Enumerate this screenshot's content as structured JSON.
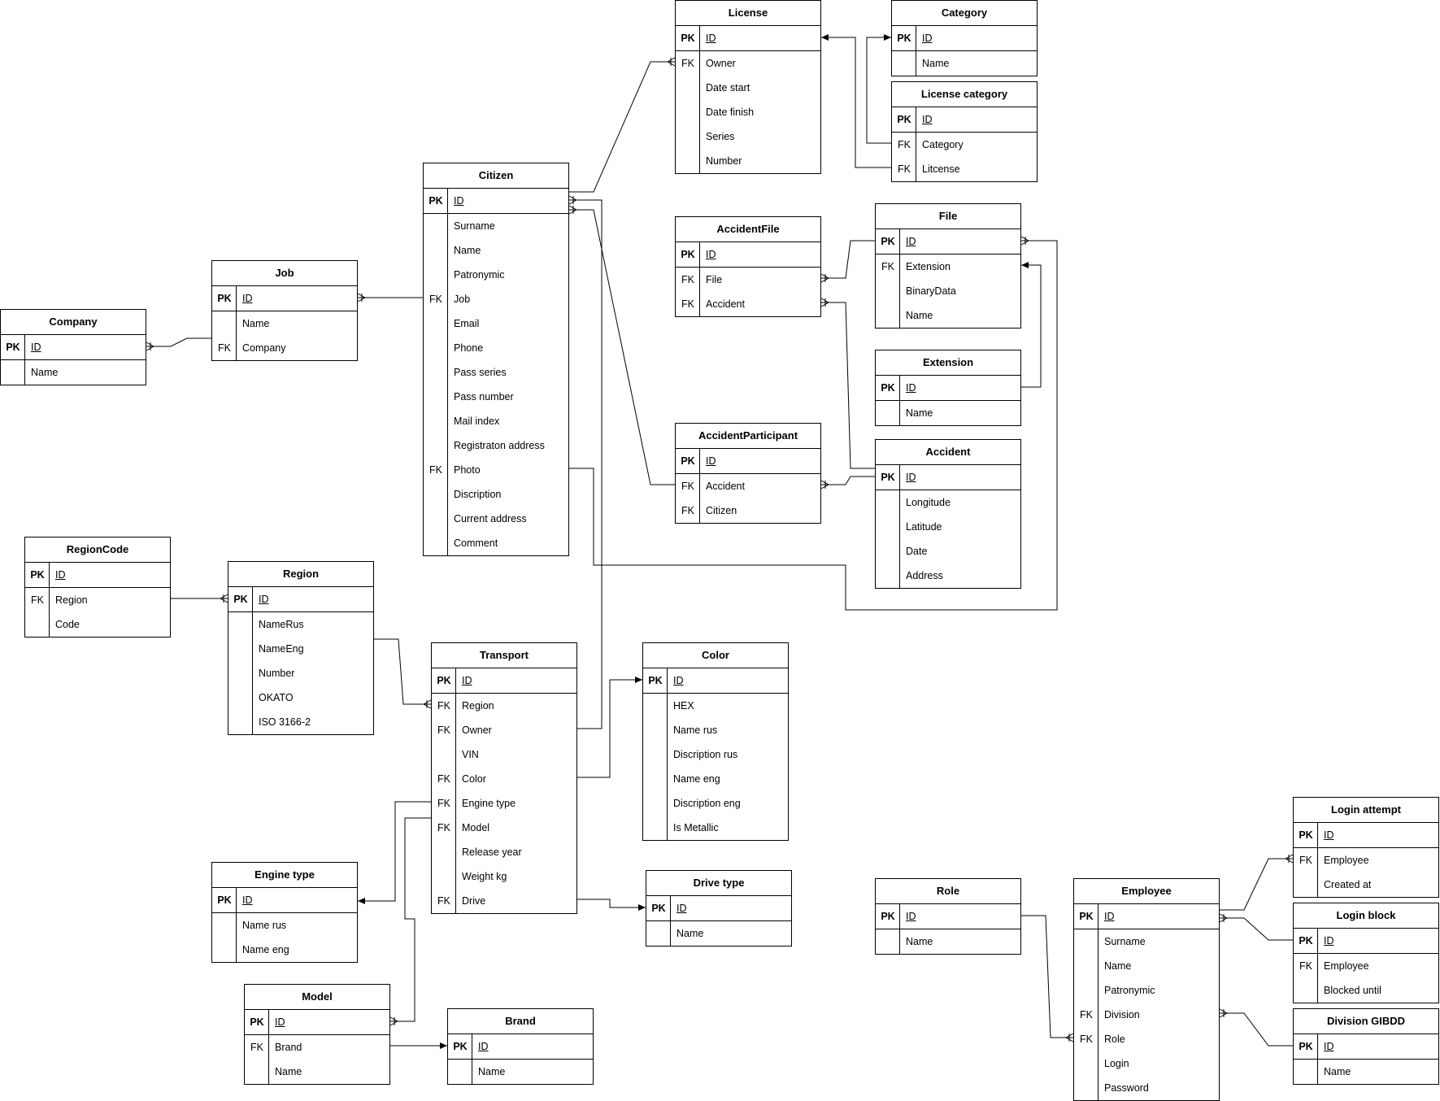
{
  "diagram": {
    "line_color": "#000000",
    "background": "#ffffff",
    "tables": [
      {
        "id": "license",
        "title": "License",
        "rows": [
          {
            "key": "PK",
            "name": "ID"
          },
          {
            "key": "FK",
            "name": "Owner"
          },
          {
            "key": "",
            "name": "Date start"
          },
          {
            "key": "",
            "name": "Date finish"
          },
          {
            "key": "",
            "name": "Series"
          },
          {
            "key": "",
            "name": "Number"
          }
        ]
      },
      {
        "id": "category",
        "title": "Category",
        "rows": [
          {
            "key": "PK",
            "name": "ID"
          },
          {
            "key": "",
            "name": "Name"
          }
        ]
      },
      {
        "id": "license-category",
        "title": "License category",
        "rows": [
          {
            "key": "PK",
            "name": "ID"
          },
          {
            "key": "FK",
            "name": "Category"
          },
          {
            "key": "FK",
            "name": "Litcense"
          }
        ]
      },
      {
        "id": "citizen",
        "title": "Citizen",
        "rows": [
          {
            "key": "PK",
            "name": "ID"
          },
          {
            "key": "",
            "name": "Surname"
          },
          {
            "key": "",
            "name": "Name"
          },
          {
            "key": "",
            "name": "Patronymic"
          },
          {
            "key": "FK",
            "name": "Job"
          },
          {
            "key": "",
            "name": "Email"
          },
          {
            "key": "",
            "name": "Phone"
          },
          {
            "key": "",
            "name": "Pass series"
          },
          {
            "key": "",
            "name": "Pass number"
          },
          {
            "key": "",
            "name": "Mail index"
          },
          {
            "key": "",
            "name": "Registraton address"
          },
          {
            "key": "FK",
            "name": "Photo"
          },
          {
            "key": "",
            "name": "Discription"
          },
          {
            "key": "",
            "name": "Current address"
          },
          {
            "key": "",
            "name": "Comment"
          }
        ]
      },
      {
        "id": "job",
        "title": "Job",
        "rows": [
          {
            "key": "PK",
            "name": "ID"
          },
          {
            "key": "",
            "name": "Name"
          },
          {
            "key": "FK",
            "name": "Company"
          }
        ]
      },
      {
        "id": "company",
        "title": "Company",
        "rows": [
          {
            "key": "PK",
            "name": "ID"
          },
          {
            "key": "",
            "name": "Name"
          }
        ]
      },
      {
        "id": "accident-file",
        "title": "AccidentFile",
        "rows": [
          {
            "key": "PK",
            "name": "ID"
          },
          {
            "key": "FK",
            "name": "File"
          },
          {
            "key": "FK",
            "name": "Accident"
          }
        ]
      },
      {
        "id": "file",
        "title": "File",
        "rows": [
          {
            "key": "PK",
            "name": "ID"
          },
          {
            "key": "FK",
            "name": "Extension"
          },
          {
            "key": "",
            "name": "BinaryData"
          },
          {
            "key": "",
            "name": "Name"
          }
        ]
      },
      {
        "id": "extension",
        "title": "Extension",
        "rows": [
          {
            "key": "PK",
            "name": "ID"
          },
          {
            "key": "",
            "name": "Name"
          }
        ]
      },
      {
        "id": "accident-participant",
        "title": "AccidentParticipant",
        "rows": [
          {
            "key": "PK",
            "name": "ID"
          },
          {
            "key": "FK",
            "name": "Accident"
          },
          {
            "key": "FK",
            "name": "Citizen"
          }
        ]
      },
      {
        "id": "accident",
        "title": "Accident",
        "rows": [
          {
            "key": "PK",
            "name": "ID"
          },
          {
            "key": "",
            "name": "Longitude"
          },
          {
            "key": "",
            "name": "Latitude"
          },
          {
            "key": "",
            "name": "Date"
          },
          {
            "key": "",
            "name": "Address"
          }
        ]
      },
      {
        "id": "region-code",
        "title": "RegionCode",
        "rows": [
          {
            "key": "PK",
            "name": "ID"
          },
          {
            "key": "FK",
            "name": "Region"
          },
          {
            "key": "",
            "name": "Code"
          }
        ]
      },
      {
        "id": "region",
        "title": "Region",
        "rows": [
          {
            "key": "PK",
            "name": "ID"
          },
          {
            "key": "",
            "name": "NameRus"
          },
          {
            "key": "",
            "name": "NameEng"
          },
          {
            "key": "",
            "name": "Number"
          },
          {
            "key": "",
            "name": "OKATO"
          },
          {
            "key": "",
            "name": "ISO 3166-2"
          }
        ]
      },
      {
        "id": "transport",
        "title": "Transport",
        "rows": [
          {
            "key": "PK",
            "name": "ID"
          },
          {
            "key": "FK",
            "name": "Region"
          },
          {
            "key": "FK",
            "name": "Owner"
          },
          {
            "key": "",
            "name": "VIN"
          },
          {
            "key": "FK",
            "name": "Color"
          },
          {
            "key": "FK",
            "name": "Engine type"
          },
          {
            "key": "FK",
            "name": "Model"
          },
          {
            "key": "",
            "name": "Release year"
          },
          {
            "key": "",
            "name": "Weight kg"
          },
          {
            "key": "FK",
            "name": "Drive"
          }
        ]
      },
      {
        "id": "color",
        "title": "Color",
        "rows": [
          {
            "key": "PK",
            "name": "ID"
          },
          {
            "key": "",
            "name": "HEX"
          },
          {
            "key": "",
            "name": "Name rus"
          },
          {
            "key": "",
            "name": "Discription rus"
          },
          {
            "key": "",
            "name": "Name eng"
          },
          {
            "key": "",
            "name": "Discription eng"
          },
          {
            "key": "",
            "name": "Is Metallic"
          }
        ]
      },
      {
        "id": "drive-type",
        "title": "Drive type",
        "rows": [
          {
            "key": "PK",
            "name": "ID"
          },
          {
            "key": "",
            "name": "Name"
          }
        ]
      },
      {
        "id": "engine-type",
        "title": "Engine type",
        "rows": [
          {
            "key": "PK",
            "name": "ID"
          },
          {
            "key": "",
            "name": "Name rus"
          },
          {
            "key": "",
            "name": "Name eng"
          }
        ]
      },
      {
        "id": "model",
        "title": "Model",
        "rows": [
          {
            "key": "PK",
            "name": "ID"
          },
          {
            "key": "FK",
            "name": "Brand"
          },
          {
            "key": "",
            "name": "Name"
          }
        ]
      },
      {
        "id": "brand",
        "title": "Brand",
        "rows": [
          {
            "key": "PK",
            "name": "ID"
          },
          {
            "key": "",
            "name": "Name"
          }
        ]
      },
      {
        "id": "role",
        "title": "Role",
        "rows": [
          {
            "key": "PK",
            "name": "ID"
          },
          {
            "key": "",
            "name": "Name"
          }
        ]
      },
      {
        "id": "employee",
        "title": "Employee",
        "rows": [
          {
            "key": "PK",
            "name": "ID"
          },
          {
            "key": "",
            "name": "Surname"
          },
          {
            "key": "",
            "name": "Name"
          },
          {
            "key": "",
            "name": "Patronymic"
          },
          {
            "key": "FK",
            "name": "Division"
          },
          {
            "key": "FK",
            "name": "Role"
          },
          {
            "key": "",
            "name": "Login"
          },
          {
            "key": "",
            "name": "Password"
          }
        ]
      },
      {
        "id": "login-attempt",
        "title": "Login attempt",
        "rows": [
          {
            "key": "PK",
            "name": "ID"
          },
          {
            "key": "FK",
            "name": "Employee"
          },
          {
            "key": "",
            "name": "Created at"
          }
        ]
      },
      {
        "id": "login-block",
        "title": "Login block",
        "rows": [
          {
            "key": "PK",
            "name": "ID"
          },
          {
            "key": "FK",
            "name": "Employee"
          },
          {
            "key": "",
            "name": "Blocked until"
          }
        ]
      },
      {
        "id": "division-gibdd",
        "title": "Division GIBDD",
        "rows": [
          {
            "key": "PK",
            "name": "ID"
          },
          {
            "key": "",
            "name": "Name"
          }
        ]
      }
    ]
  }
}
